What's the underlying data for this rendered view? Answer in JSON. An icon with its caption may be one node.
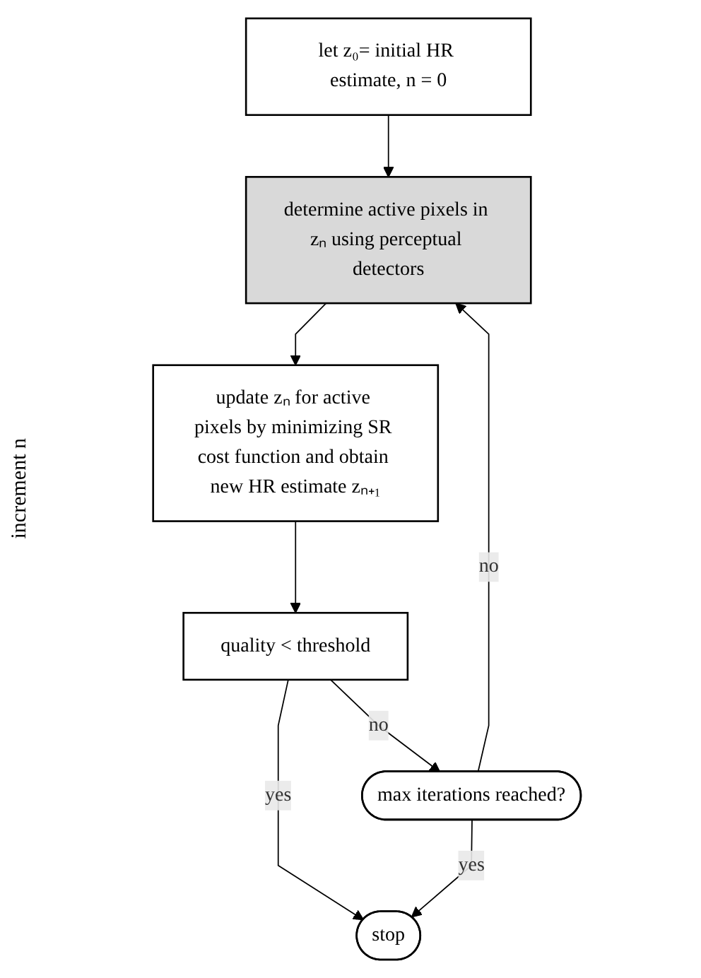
{
  "diagram": {
    "nodes": [
      {
        "text": [
          "let z₀= initial HR estimate, n = 0"
        ]
      },
      {
        "text": [
          "determine active pixels in zₙ using perceptual detectors"
        ]
      },
      {
        "text": [
          "update zₙ for active pixels by minimizing SR cost function and obtain new HR estimate zₙ₊₁"
        ]
      },
      {
        "text": [
          "quality < threshold"
        ]
      },
      {
        "text": [
          "stop"
        ]
      },
      {
        "text": [
          "max iterations reached?"
        ]
      }
    ],
    "edges": [
      {
        "from": 0,
        "to": 1,
        "arrow": "to"
      },
      {
        "from": 1,
        "to": 2,
        "arrow": "to"
      },
      {
        "from": 2,
        "to": 3,
        "arrow": "to"
      },
      {
        "from": 3,
        "to": 4,
        "arrow": "to",
        "label": "yes"
      },
      {
        "from": 3,
        "to": 5,
        "arrow": "to",
        "label": "no"
      },
      {
        "from": 5,
        "to": 4,
        "arrow": "to",
        "label": "yes"
      },
      {
        "from": 5,
        "to": 1,
        "arrow": "to",
        "label": "no"
      }
    ],
    "labels": [
      "increment n"
    ]
  }
}
